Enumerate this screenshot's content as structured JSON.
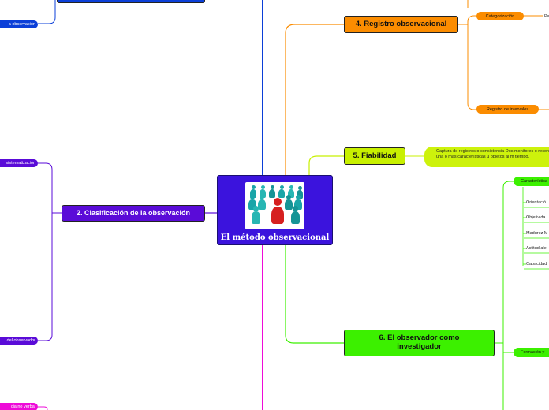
{
  "colors": {
    "blue": "#0b3fd8",
    "purple": "#5a0bd8",
    "magenta": "#ee0bd8",
    "orange": "#fb8c00",
    "lime": "#c8f000",
    "green": "#3cf000",
    "center_bg": "#3b13dd",
    "desc_bg": "#cdf20c"
  },
  "center": {
    "title": "El método observacional",
    "image_icon": "people-network-icon"
  },
  "left": {
    "blue_child": "a observación",
    "branch2_title": "2. Clasificación de la observación",
    "branch2_child_top": "sistematización",
    "branch2_child_bottom": "del observador",
    "magenta_child": "cia no verbal"
  },
  "branch4": {
    "title": "4. Registro observacional",
    "child_1": "Categorización",
    "child_1_sub": "Pa",
    "child_2": "Registro de intervalos"
  },
  "branch5": {
    "title": "5. Fiabilidad",
    "desc": "Captura de registros o consistencia Dos monitores o reconocen una o más características u objetos al m tiempo."
  },
  "branch6": {
    "title": "6. El observador como investigador",
    "child_1": "Característica",
    "child_1_items": [
      "Orientació",
      "Objetivida",
      "Madurez M",
      "Actitud ale",
      "Capacidad"
    ],
    "child_2": "Formación y"
  }
}
